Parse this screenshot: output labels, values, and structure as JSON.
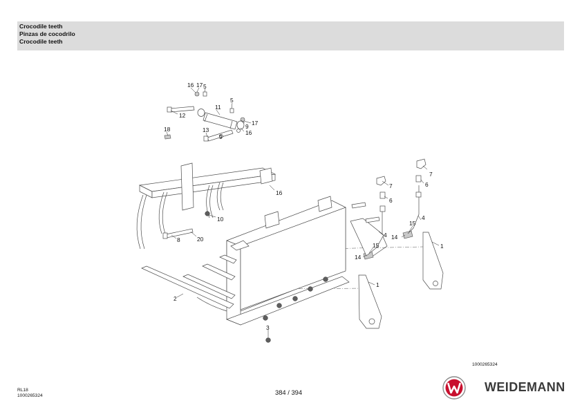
{
  "header": {
    "title_en": "Crocodile teeth",
    "title_es": "Pinzas de cocodrilo",
    "title_en_repeat": "Crocodile teeth"
  },
  "drawing": {
    "callouts": {
      "c16a": "16",
      "c17a": "17",
      "c5a": "5",
      "c11": "11",
      "c12": "12",
      "c5b": "5",
      "c9a": "9",
      "c17b": "17",
      "c16b": "16",
      "c18": "18",
      "c13": "13",
      "c9b": "9",
      "c16c": "16",
      "c10": "10",
      "c8": "8",
      "c20": "20",
      "c2": "2",
      "c3": "3",
      "c7a": "7",
      "c6a": "6",
      "c7b": "7",
      "c6b": "6",
      "c4a": "4",
      "c4b": "4",
      "c15a": "15",
      "c14a": "14",
      "c15b": "15",
      "c14b": "14",
      "c1a": "1",
      "c1b": "1"
    }
  },
  "footer": {
    "doc_number": "1000265324",
    "model": "RL18",
    "model_number": "1000265324",
    "page_counter": "384 / 394",
    "logo_mark": "weidemann-w-logo",
    "logo_text": "WEIDEMANN"
  },
  "colors": {
    "header_band": "#dcdcdc",
    "logo_red": "#c8102e",
    "logo_gray": "#3a3a3a"
  }
}
